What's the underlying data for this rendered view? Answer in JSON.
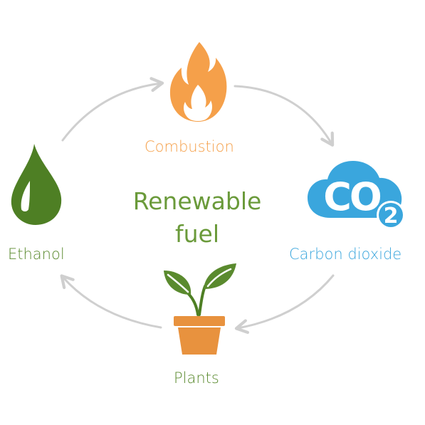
{
  "diagram": {
    "center": {
      "line1": "Renewable",
      "line2": "fuel"
    },
    "nodes": [
      {
        "key": "combustion",
        "label": "Combustion",
        "icon": "flame-icon"
      },
      {
        "key": "co2",
        "label": "Carbon dioxide",
        "icon": "co2-icon",
        "icon_text": "CO",
        "icon_subscript": "2"
      },
      {
        "key": "plants",
        "label": "Plants",
        "icon": "potted-plant-icon"
      },
      {
        "key": "ethanol",
        "label": "Ethanol",
        "icon": "droplet-icon"
      }
    ],
    "colors": {
      "combustion": "#f5a04a",
      "co2": "#3aa6dd",
      "plants": "#5a8a2e",
      "ethanol": "#5a8a2e",
      "center": "#6a9a3a",
      "arrow": "#cfcfcf",
      "pot": "#e8923e",
      "droplet": "#4e7f24"
    }
  }
}
